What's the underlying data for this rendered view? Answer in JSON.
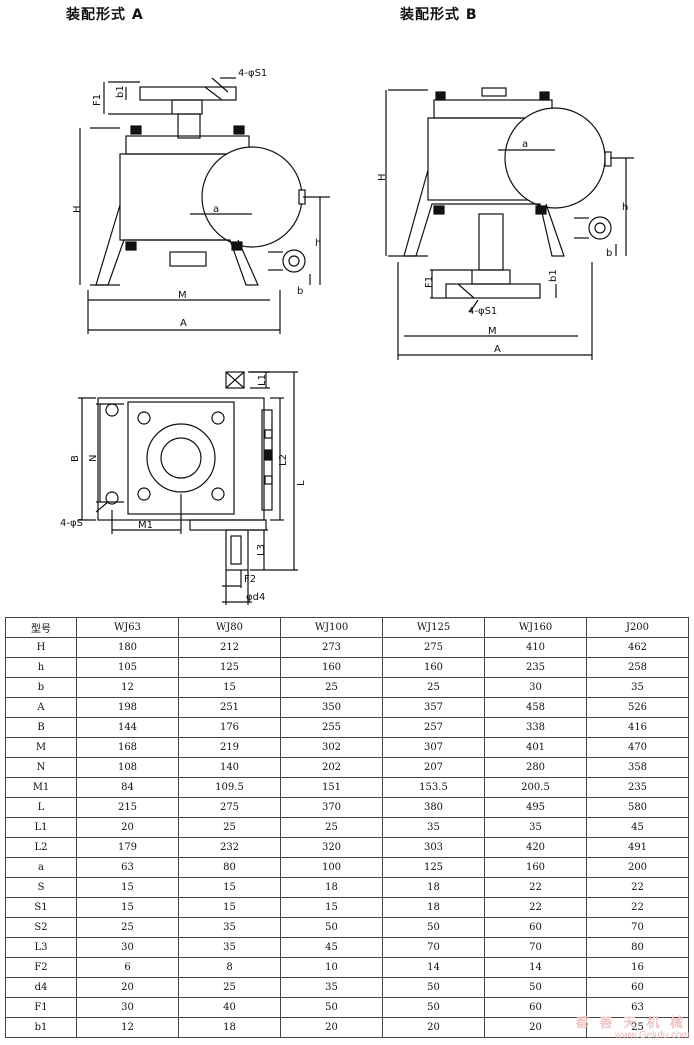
{
  "titles": {
    "assembly_a": "装配形式 A",
    "assembly_b": "装配形式 B"
  },
  "labels": {
    "a": {
      "S1_holes": "4-φS1",
      "F1": "F1",
      "b1": "b1",
      "H": "H",
      "a": "a",
      "h": "h",
      "b": "b",
      "M": "M",
      "A": "A"
    },
    "b": {
      "H": "H",
      "a": "a",
      "h": "h",
      "b": "b",
      "F1": "F1",
      "b1": "b1",
      "S1_holes": "4-φS1",
      "M": "M",
      "A": "A"
    },
    "plan": {
      "L1": "L1",
      "L2": "L2",
      "L": "L",
      "B": "B",
      "N": "N",
      "S_holes": "4-φS",
      "M1": "M1",
      "L3": "L3",
      "F2": "F2",
      "d4": "φd4"
    }
  },
  "table": {
    "headers": [
      "型号",
      "WJ63",
      "WJ80",
      "WJ100",
      "WJ125",
      "WJ160",
      "J200"
    ],
    "rows": [
      [
        "H",
        "180",
        "212",
        "273",
        "275",
        "410",
        "462"
      ],
      [
        "h",
        "105",
        "125",
        "160",
        "160",
        "235",
        "258"
      ],
      [
        "b",
        "12",
        "15",
        "25",
        "25",
        "30",
        "35"
      ],
      [
        "A",
        "198",
        "251",
        "350",
        "357",
        "458",
        "526"
      ],
      [
        "B",
        "144",
        "176",
        "255",
        "257",
        "338",
        "416"
      ],
      [
        "M",
        "168",
        "219",
        "302",
        "307",
        "401",
        "470"
      ],
      [
        "N",
        "108",
        "140",
        "202",
        "207",
        "280",
        "358"
      ],
      [
        "M1",
        "84",
        "109.5",
        "151",
        "153.5",
        "200.5",
        "235"
      ],
      [
        "L",
        "215",
        "275",
        "370",
        "380",
        "495",
        "580"
      ],
      [
        "L1",
        "20",
        "25",
        "25",
        "35",
        "35",
        "45"
      ],
      [
        "L2",
        "179",
        "232",
        "320",
        "303",
        "420",
        "491"
      ],
      [
        "a",
        "63",
        "80",
        "100",
        "125",
        "160",
        "200"
      ],
      [
        "S",
        "15",
        "15",
        "18",
        "18",
        "22",
        "22"
      ],
      [
        "S1",
        "15",
        "15",
        "15",
        "18",
        "22",
        "22"
      ],
      [
        "S2",
        "25",
        "35",
        "50",
        "50",
        "60",
        "70"
      ],
      [
        "L3",
        "30",
        "35",
        "45",
        "70",
        "70",
        "80"
      ],
      [
        "F2",
        "6",
        "8",
        "10",
        "14",
        "14",
        "16"
      ],
      [
        "d4",
        "20",
        "25",
        "35",
        "50",
        "50",
        "60"
      ],
      [
        "F1",
        "30",
        "40",
        "50",
        "50",
        "60",
        "63"
      ],
      [
        "b1",
        "12",
        "18",
        "20",
        "20",
        "20",
        "25"
      ]
    ]
  },
  "watermark": {
    "text": "都 善 天 机 械",
    "url": "www.Gelufu.com"
  }
}
